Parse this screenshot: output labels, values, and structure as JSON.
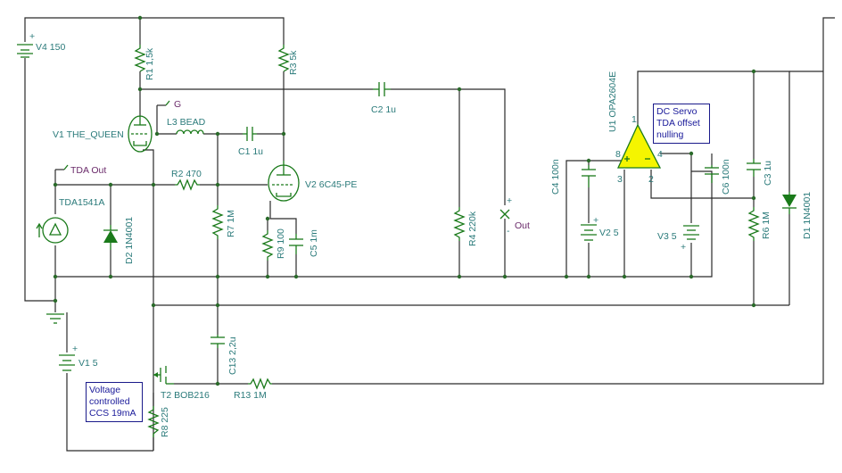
{
  "labels": {
    "v4": "V4 150",
    "r1": "R1 1,5k",
    "r3": "R3 5k",
    "g": "G",
    "l3": "L3 BEAD",
    "v1": "V1 THE_QUEEN",
    "c2": "C2 1u",
    "c1": "C1 1u",
    "tdaout": "TDA Out",
    "r2": "R2 470",
    "v2": "V2 6C45-PE",
    "tda": "TDA1541A",
    "d2": "D2 1N4001",
    "r7": "R7 1M",
    "r9": "R9 100",
    "c5": "C5 1m",
    "r4": "R4 220k",
    "out": "Out",
    "u1": "U1 OPA2604E",
    "c4": "C4 100n",
    "v2b": "V2 5",
    "v3": "V3 5",
    "c6": "C6 100n",
    "c3": "C3 1u",
    "r6": "R6 1M",
    "d1": "D1 1N4001",
    "v1b": "V1 5",
    "c13": "C13 2,2u",
    "t2": "T2 BOB216",
    "r13": "R13 1M",
    "r8": "R8 225",
    "pin8": "8",
    "pin4": "4",
    "pin3": "3",
    "pin2": "2",
    "pin1": "1"
  },
  "notes": {
    "servo": [
      "DC Servo",
      "TDA offset",
      "nulling"
    ],
    "ccs": [
      "Voltage",
      "controlled",
      "CCS 19mA"
    ]
  },
  "colors": {
    "wire": "#2a2a2a",
    "component": "#1a7a1a",
    "label": "#2a7a7a",
    "opamp": "#f5f500",
    "note": "#1a1a9a"
  }
}
